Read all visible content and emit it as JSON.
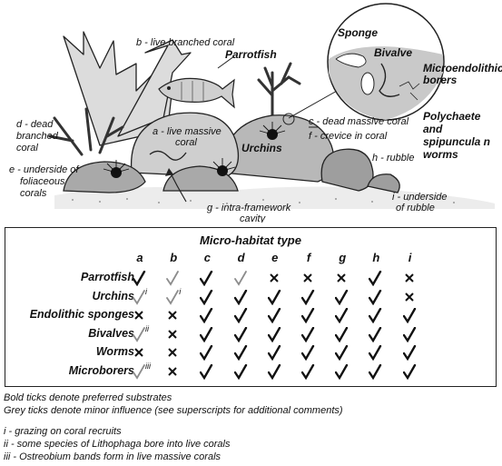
{
  "scene": {
    "labels": {
      "b": "b - live branched coral",
      "parrotfish": "Parrotfish",
      "d1": "d - dead",
      "d2": "branched",
      "d3": "coral",
      "a1": "a - live massive",
      "a2": "coral",
      "urchins": "Urchins",
      "c": "c - dead massive coral",
      "f": "f - crevice in coral",
      "h": "h - rubble",
      "e1": "e - underside of",
      "e2": "foliaceous",
      "e3": "corals",
      "g1": "g - intra-framework",
      "g2": "cavity",
      "i1": "i - underside",
      "i2": "of rubble",
      "sponge": "Sponge",
      "bivalve": "Bivalve",
      "micro1": "Microendolithic",
      "micro2": "borers",
      "poly1": "Polychaete",
      "poly2": "and",
      "poly3": "spipuncula n",
      "poly4": "worms"
    }
  },
  "table": {
    "title": "Micro-habitat type",
    "columns": [
      "a",
      "b",
      "c",
      "d",
      "e",
      "f",
      "g",
      "h",
      "i"
    ],
    "rows": [
      {
        "label": "Parrotfish",
        "cells": [
          {
            "mark": "bold"
          },
          {
            "mark": "grey"
          },
          {
            "mark": "bold"
          },
          {
            "mark": "grey"
          },
          {
            "mark": "cross"
          },
          {
            "mark": "cross"
          },
          {
            "mark": "cross"
          },
          {
            "mark": "bold"
          },
          {
            "mark": "cross"
          }
        ]
      },
      {
        "label": "Urchins",
        "cells": [
          {
            "mark": "grey",
            "sup": "i"
          },
          {
            "mark": "grey",
            "sup": "i"
          },
          {
            "mark": "bold"
          },
          {
            "mark": "bold"
          },
          {
            "mark": "bold"
          },
          {
            "mark": "bold"
          },
          {
            "mark": "bold"
          },
          {
            "mark": "bold"
          },
          {
            "mark": "cross"
          }
        ]
      },
      {
        "label": "Endolithic sponges",
        "cells": [
          {
            "mark": "cross"
          },
          {
            "mark": "cross"
          },
          {
            "mark": "bold"
          },
          {
            "mark": "bold"
          },
          {
            "mark": "bold"
          },
          {
            "mark": "bold"
          },
          {
            "mark": "bold"
          },
          {
            "mark": "bold"
          },
          {
            "mark": "bold"
          }
        ]
      },
      {
        "label": "Bivalves",
        "cells": [
          {
            "mark": "grey",
            "sup": "ii"
          },
          {
            "mark": "cross"
          },
          {
            "mark": "bold"
          },
          {
            "mark": "bold"
          },
          {
            "mark": "bold"
          },
          {
            "mark": "bold"
          },
          {
            "mark": "bold"
          },
          {
            "mark": "bold"
          },
          {
            "mark": "bold"
          }
        ]
      },
      {
        "label": "Worms",
        "cells": [
          {
            "mark": "cross"
          },
          {
            "mark": "cross"
          },
          {
            "mark": "bold"
          },
          {
            "mark": "bold"
          },
          {
            "mark": "bold"
          },
          {
            "mark": "bold"
          },
          {
            "mark": "bold"
          },
          {
            "mark": "bold"
          },
          {
            "mark": "bold"
          }
        ]
      },
      {
        "label": "Microborers",
        "cells": [
          {
            "mark": "grey",
            "sup": "iii"
          },
          {
            "mark": "cross"
          },
          {
            "mark": "bold"
          },
          {
            "mark": "bold"
          },
          {
            "mark": "bold"
          },
          {
            "mark": "bold"
          },
          {
            "mark": "bold"
          },
          {
            "mark": "bold"
          },
          {
            "mark": "bold"
          }
        ]
      }
    ]
  },
  "notes": {
    "bold": "Bold ticks denote preferred substrates",
    "grey": "Grey ticks denote minor influence (see superscripts for additional comments)",
    "i": "i - grazing on coral recruits",
    "ii": "ii - some species of Lithophaga bore into live corals",
    "iii": "iii - Ostreobium bands form in live massive corals"
  },
  "colors": {
    "bold": "#111111",
    "grey": "#8c8c8c",
    "coral": "#d0d0d0",
    "sand": "#eeeeee"
  }
}
